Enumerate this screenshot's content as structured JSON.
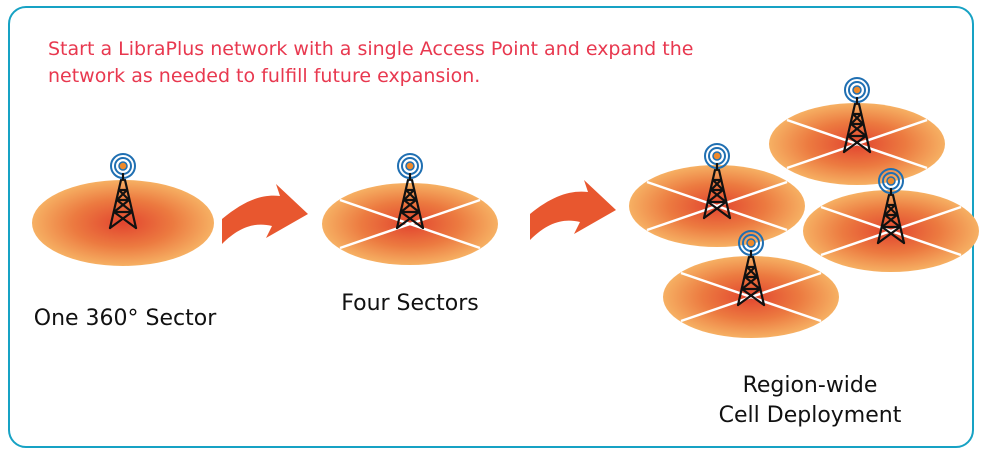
{
  "intro_text": "Start a LibraPlus network with a single Access Point and expand the network as needed to fulfill future expansion.",
  "labels": {
    "single_sector": "One 360° Sector",
    "four_sectors": "Four Sectors",
    "region_line1": "Region-wide",
    "region_line2": "Cell Deployment"
  },
  "colors": {
    "border": "#17a2c4",
    "intro_text": "#e8384f",
    "cell_center": "#e2452f",
    "cell_edge": "#f4a55a",
    "arrow": "#e8572f",
    "tower": "#111111",
    "signal_rings": "#1f6fb2"
  },
  "icons": [
    "signal-tower-icon",
    "arrow-right-icon"
  ]
}
